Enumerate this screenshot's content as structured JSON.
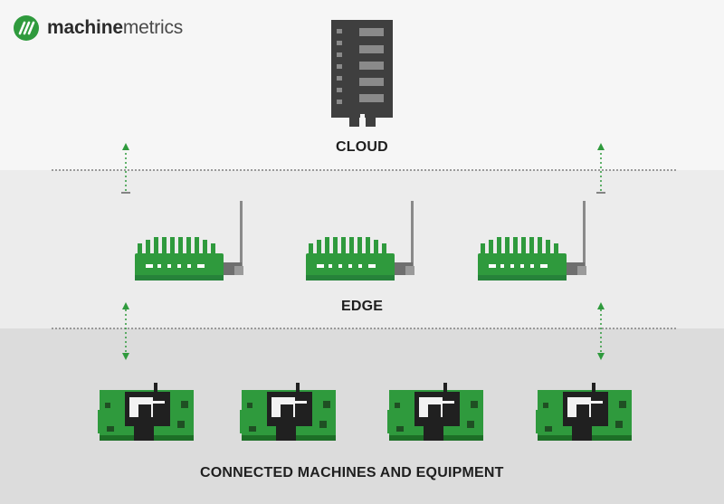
{
  "brand": {
    "name_bold": "machine",
    "name_regular": "metrics",
    "icon": "machinemetrics-logo-icon"
  },
  "layers": {
    "cloud": {
      "label": "CLOUD",
      "icon": "server-icon"
    },
    "edge": {
      "label": "EDGE",
      "icon": "edge-gateway-icon",
      "count": 3
    },
    "machines": {
      "label": "CONNECTED MACHINES AND EQUIPMENT",
      "icon": "machine-board-icon",
      "count": 4
    }
  },
  "colors": {
    "green": "#2f9a3d",
    "dark_green": "#1d6f27",
    "server_gray": "#3f3f3f",
    "band_top": "#f6f6f6",
    "band_mid": "#ececec",
    "band_bottom": "#dcdcdc"
  }
}
